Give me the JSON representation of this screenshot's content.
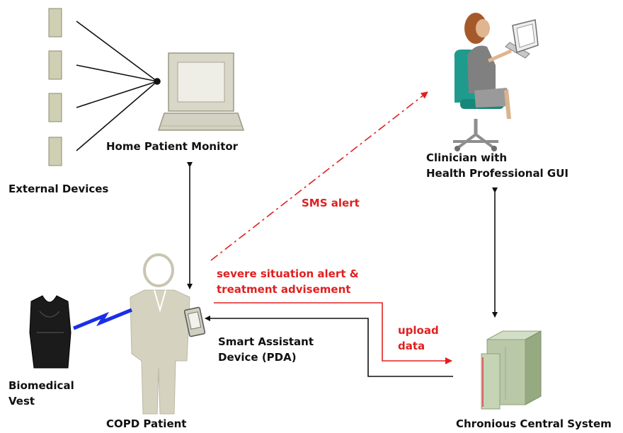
{
  "labels": {
    "home_monitor": "Home Patient Monitor",
    "external_devices": "External Devices",
    "clinician_line1": "Clinician with",
    "clinician_line2": "Health Professional GUI",
    "sms_alert": "SMS alert",
    "severe_line1": "severe situation alert &",
    "severe_line2": "treatment advisement",
    "upload_line1": "upload",
    "upload_line2": "data",
    "pda_line1": "Smart Assistant",
    "pda_line2": "Device (PDA)",
    "vest_line1": "Biomedical",
    "vest_line2": "Vest",
    "copd_patient": "COPD Patient",
    "central_system": "Chronious Central System"
  },
  "colors": {
    "alert_red": "#e02020",
    "link_black": "#111111",
    "lightning_blue": "#1a2ee8",
    "figure_beige": "#d6d2c0",
    "server_green": "#b9c9a8",
    "chair_teal": "#1e9b8c"
  }
}
